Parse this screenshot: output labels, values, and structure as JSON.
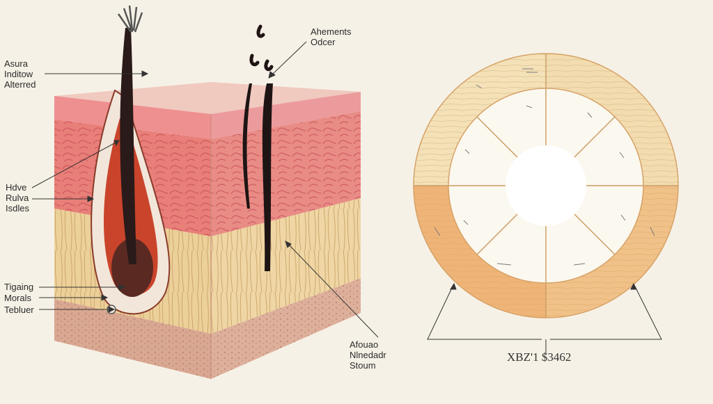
{
  "colors": {
    "background": "#f6f1e6",
    "epidermis": "#e58f8c",
    "dermis": "#e2c07f",
    "subcutis": "#d9a892",
    "hair": "#2a1a1a",
    "bulb": "#b8331c",
    "ring_orange": "#f0c48c",
    "ring_cream": "#f5e4c0",
    "wedge_fill": "#fbf8ef"
  },
  "labels": {
    "top_left": [
      "Asura",
      "Inditow",
      "Alterred"
    ],
    "top_center": [
      "Ahements",
      "Odcer"
    ],
    "mid_left": [
      "Hdve",
      "Rulva",
      "Isdles"
    ],
    "low_left_1": "Tigaing",
    "low_left_2": "Morals",
    "low_left_3": "Tebluer",
    "bottom_center": [
      "Afouao",
      "Nlnedadr",
      "Stoum"
    ],
    "circle_caption": "XBZ'1 $3462"
  },
  "icons": [
    "hair-follicle-illustration",
    "segmented-ring-diagram"
  ]
}
